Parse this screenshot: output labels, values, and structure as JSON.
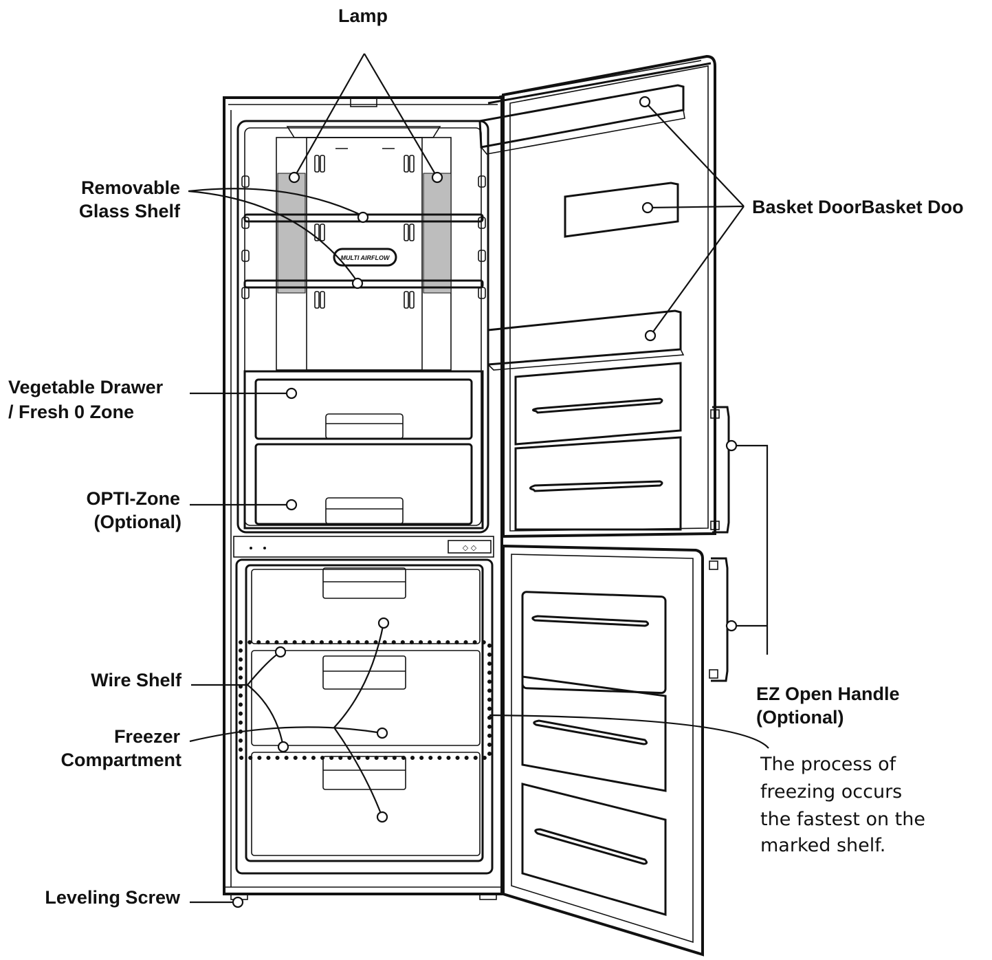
{
  "labels": {
    "lamp": "Lamp",
    "removable_glass_shelf": [
      "Removable",
      "Glass Shelf"
    ],
    "basket_door": "Basket DoorBasket Doo",
    "vegetable_drawer": [
      "Vegetable Drawer",
      "/ Fresh 0 Zone"
    ],
    "opti_zone": [
      "OPTI-Zone",
      "(Optional)"
    ],
    "wire_shelf": "Wire Shelf",
    "freezer_compartment": [
      "Freezer",
      "Compartment"
    ],
    "ez_open_handle": [
      "EZ Open Handle",
      "(Optional)"
    ],
    "leveling_screw": "Leveling Screw",
    "multi_airflow": "MULTI AIRFLOW"
  },
  "note": [
    "The process of",
    "freezing occurs",
    "the fastest on the",
    "marked shelf."
  ]
}
